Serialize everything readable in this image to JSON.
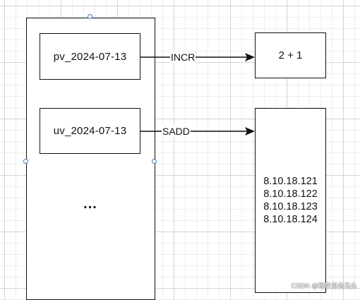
{
  "diagram": {
    "container": {
      "ellipsis": "..."
    },
    "keys": {
      "pv": "pv_2024-07-13",
      "uv": "uv_2024-07-13"
    },
    "edges": {
      "incr": "INCR",
      "sadd": "SADD"
    },
    "values": {
      "incr_result": "2 + 1",
      "ip_set": [
        "8.10.18.121",
        "8.10.18.122",
        "8.10.18.123",
        "8.10.18.124"
      ]
    }
  },
  "watermark": "CSDN @程序员老马头",
  "colors": {
    "stroke": "#111111",
    "handle": "#3a78c2",
    "grid_major": "#d4d4d4",
    "grid_minor": "#eeeeee"
  }
}
